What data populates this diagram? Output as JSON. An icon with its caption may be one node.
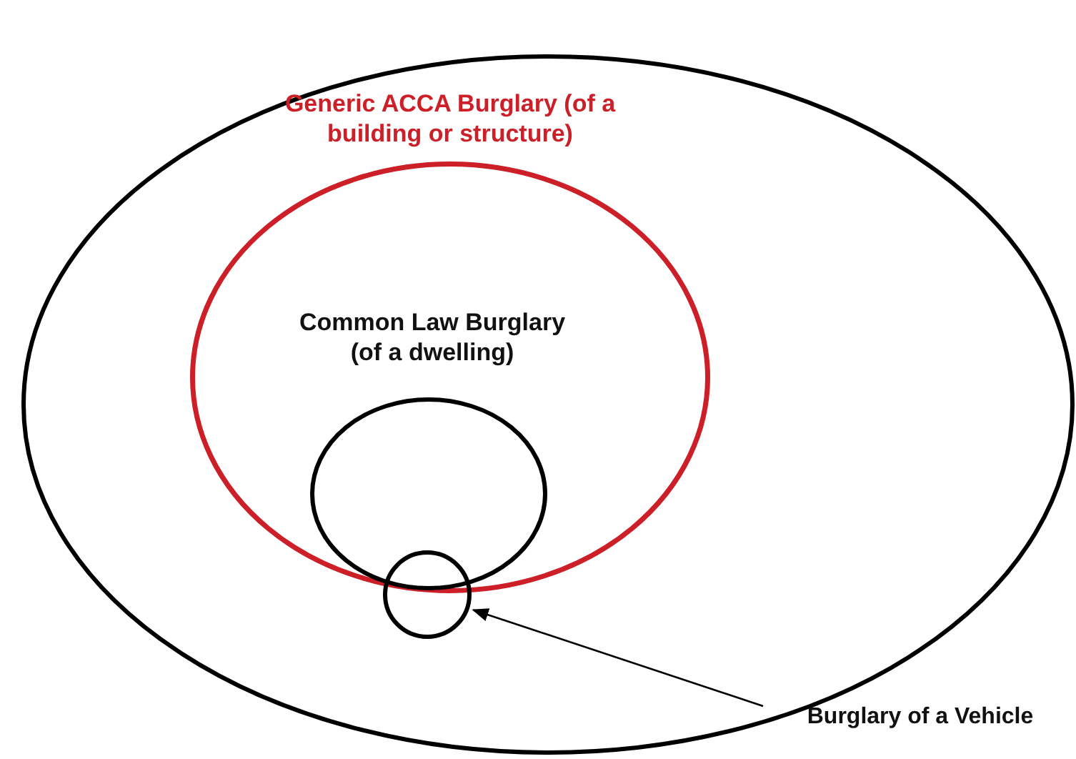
{
  "diagram": {
    "nodes": [
      {
        "text": [],
        "shape": "circle"
      },
      {
        "text": [
          "Generic ACCA Burglary (of a building or structure)"
        ],
        "in": 0
      },
      {
        "text": [
          "Common Law Burglary (of a dwelling)"
        ],
        "in": 1
      },
      {
        "text": [],
        "shape": "circle",
        "in": 0
      },
      {
        "text": [
          "Burglary of a Vehicle"
        ]
      }
    ],
    "edges": [
      {
        "from": 4,
        "to": 3,
        "arrow": "to"
      }
    ]
  }
}
